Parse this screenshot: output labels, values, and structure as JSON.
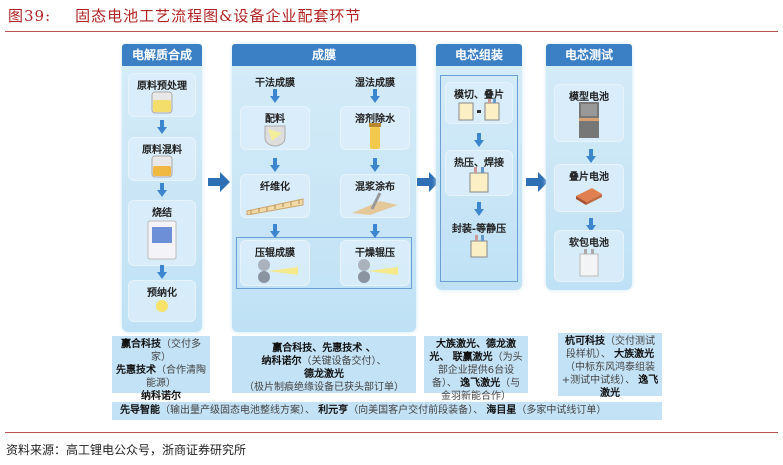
{
  "figure": {
    "number": "图39:",
    "title": "固态电池工艺流程图&设备企业配套环节"
  },
  "columns": [
    {
      "header": "电解质合成",
      "steps": [
        "原料预处理",
        "原料混料",
        "烧结",
        "预纳化"
      ]
    },
    {
      "header": "成膜",
      "dry": {
        "label": "干法成膜",
        "steps": [
          "配料",
          "纤维化",
          "压辊成膜"
        ]
      },
      "wet": {
        "label": "湿法成膜",
        "steps": [
          "溶剂除水",
          "混浆涂布",
          "干燥辊压"
        ]
      }
    },
    {
      "header": "电芯组装",
      "steps": [
        "模切、叠片",
        "热压、焊接",
        "封装-等静压"
      ]
    },
    {
      "header": "电芯测试",
      "steps": [
        "模型电池",
        "叠片电池",
        "软包电池"
      ]
    }
  ],
  "notes": [
    [
      {
        "b": "赢合科技",
        "t": "（交付多家）"
      },
      {
        "b": "先惠技术",
        "t": "（合作清陶能源）"
      },
      {
        "b": "纳科诺尔",
        "t": ""
      }
    ],
    [
      {
        "b": "赢合科技、先惠技术 、",
        "t": ""
      },
      {
        "b": "纳科诺尔",
        "t": "（关键设备交付）、"
      },
      {
        "b": "德龙激光",
        "t": ""
      },
      {
        "b": "",
        "t": "（极片制痕绝缘设备已获头部订单）"
      }
    ],
    [
      {
        "b": "大族激光、德龙激光、",
        "t": ""
      },
      {
        "b": "联赢激光",
        "t": "（为头部企业提供6台设备）、"
      },
      {
        "b": "逸飞激光",
        "t": "（与金羽新能合作）"
      }
    ],
    [
      {
        "b": "杭可科技",
        "t": "（交付测试段样机）、"
      },
      {
        "b": "大族激光",
        "t": "（中标东风鸿泰组装+测试中试线）、"
      },
      {
        "b": "逸飞激光",
        "t": ""
      }
    ]
  ],
  "bottom_note": [
    {
      "b": "先导智能",
      "t": "（输出量产级固态电池整线方案）、"
    },
    {
      "b": "利元亨",
      "t": "（向美国客户交付前段装备）、"
    },
    {
      "b": "海目星",
      "t": "（多家中试线订单）"
    }
  ],
  "source": "资料来源：高工锂电公众号，浙商证券研究所",
  "colors": {
    "title": "#b22222",
    "header": "#3b7fc4",
    "arrow": "#3b86cf",
    "panel": "#c9e6f7"
  }
}
